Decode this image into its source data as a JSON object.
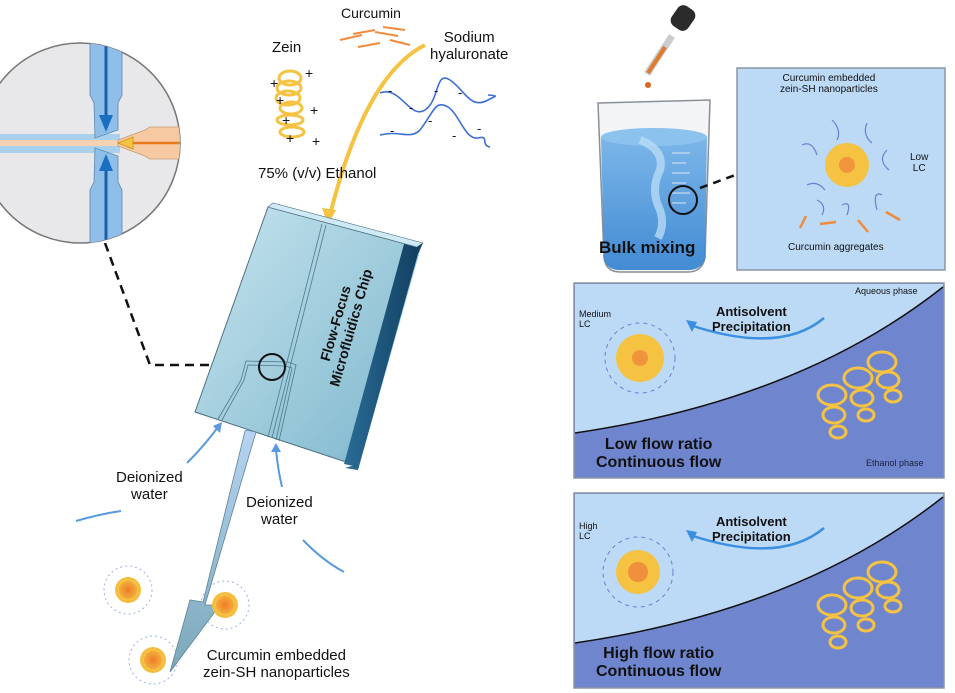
{
  "left": {
    "labels": {
      "zein": "Zein",
      "curcumin": "Curcumin",
      "sodium_hyaluronate": "Sodium\nhyaluronate",
      "ethanol": "75% (v/v) Ethanol",
      "chip": "Flow-Focus\nMicrofluidics Chip",
      "water_left": "Deionized\nwater",
      "water_right": "Deionized\nwater",
      "product": "Curcumin embedded\nzein-SH nanoparticles"
    },
    "charges": {
      "zein_sign": "+",
      "hyaluronate_sign": "-"
    }
  },
  "right": {
    "bulk": {
      "label": "Bulk mixing",
      "panel_title": "Curcumin embedded\nzein-SH nanoparticles",
      "loading": "Low\nLC",
      "aggregates": "Curcumin aggregates"
    },
    "low_flow": {
      "loading": "Medium\nLC",
      "process": "Antisolvent\nPrecipitation",
      "aqueous": "Aqueous phase",
      "ethanol": "Ethanol phase",
      "title": "Low flow ratio\nContinuous flow"
    },
    "high_flow": {
      "loading": "High\nLC",
      "process": "Antisolvent\nPrecipitation",
      "title": "High flow ratio\nContinuous flow"
    }
  },
  "colors": {
    "water_blue": "#5a9be0",
    "channel_blue": "#7fb2e6",
    "curcumin_orange": "#f08a3c",
    "zein_yellow": "#f5c242",
    "aqueous_bg": "#bcd9f5",
    "ethanol_bg": "#6f86cf",
    "chip_face": "#8ec3d8",
    "chip_side": "#1f5d86"
  }
}
